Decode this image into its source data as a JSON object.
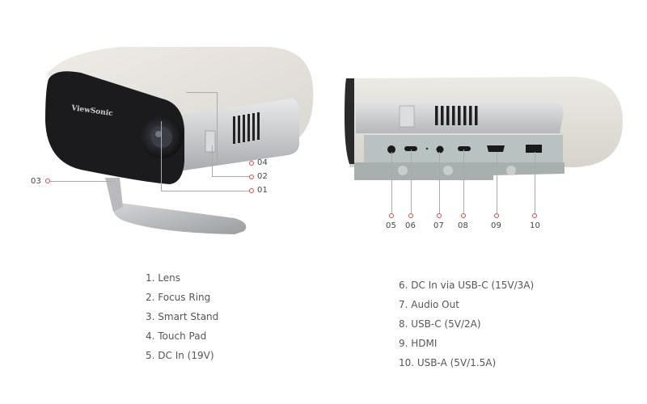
{
  "brand": "ViewSonic",
  "colors": {
    "callout_dot": "#d94848",
    "leader_line": "#aaaaaa",
    "text": "#555555",
    "fabric": "#e6e2dc",
    "lens_panel": "#1d1d20",
    "metal": "#c8cacc",
    "port_panel": "#b9c1c1"
  },
  "left_view": {
    "callouts": [
      {
        "id": "01",
        "label": "01"
      },
      {
        "id": "02",
        "label": "02"
      },
      {
        "id": "03",
        "label": "03"
      },
      {
        "id": "04",
        "label": "04"
      }
    ]
  },
  "right_view": {
    "callouts": [
      {
        "id": "05",
        "label": "05"
      },
      {
        "id": "06",
        "label": "06"
      },
      {
        "id": "07",
        "label": "07"
      },
      {
        "id": "08",
        "label": "08"
      },
      {
        "id": "09",
        "label": "09"
      },
      {
        "id": "10",
        "label": "10"
      }
    ]
  },
  "legend": {
    "left_column": [
      "1. Lens",
      "2. Focus Ring",
      "3. Smart Stand",
      "4. Touch Pad",
      "5. DC In (19V)"
    ],
    "right_column": [
      "6. DC In via USB-C (15V/3A)",
      "7. Audio Out",
      "8. USB-C (5V/2A)",
      "9. HDMI",
      "10. USB-A (5V/1.5A)"
    ]
  }
}
